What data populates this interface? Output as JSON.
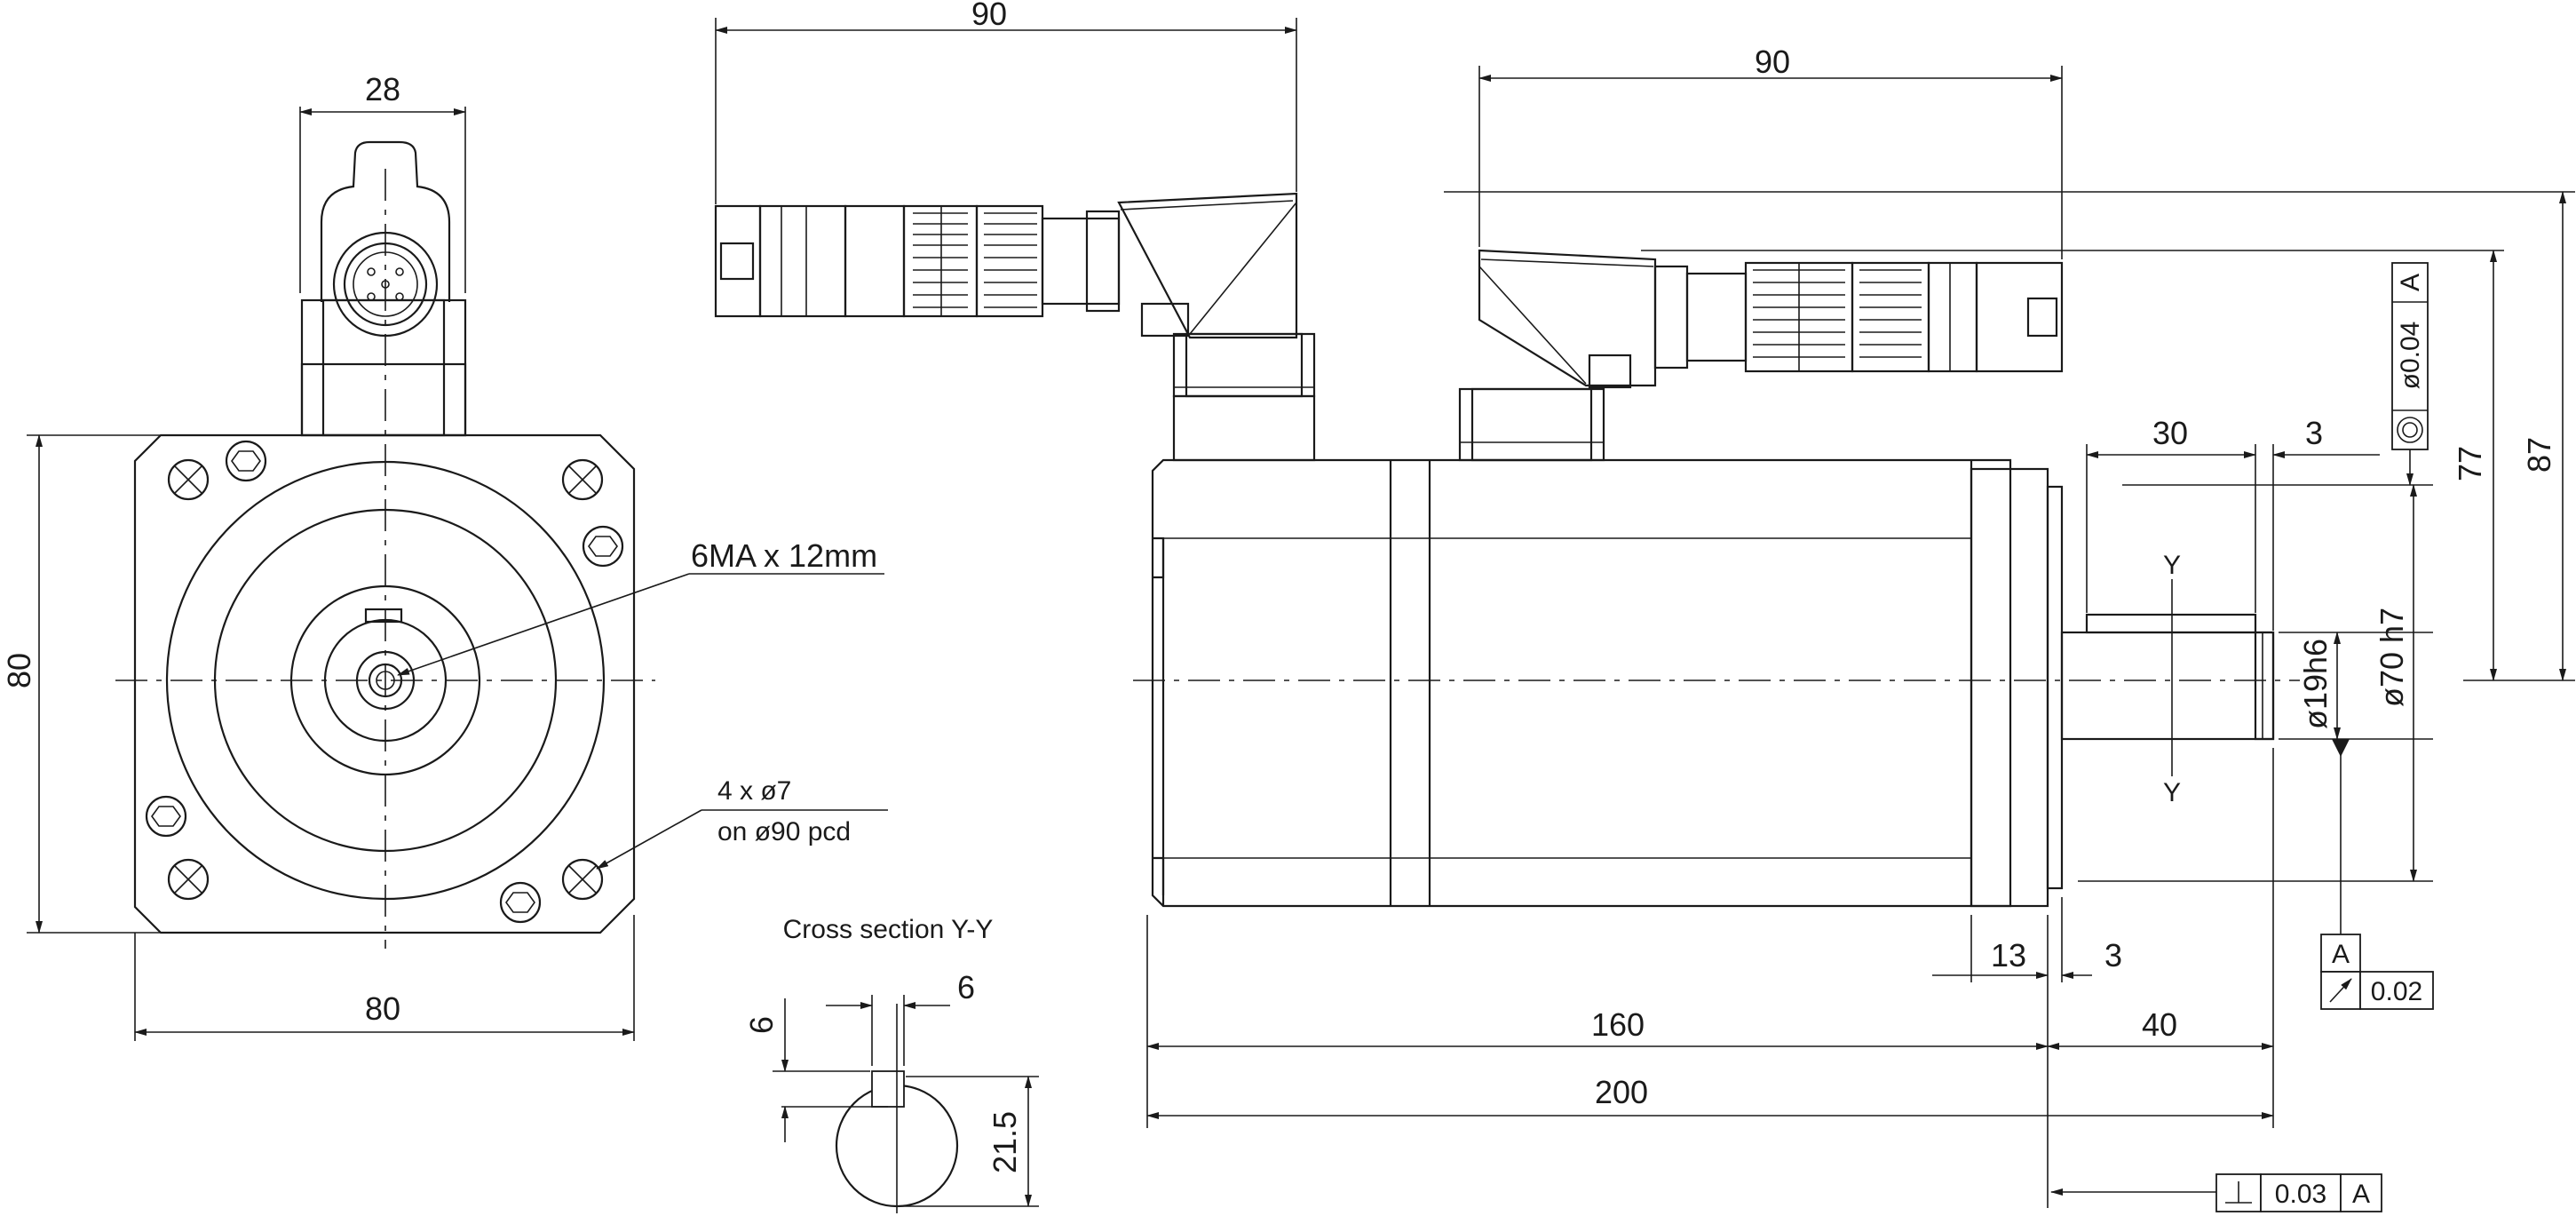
{
  "front_view": {
    "connector_width": "28",
    "height": "80",
    "width": "80",
    "thread_note": "6MA x 12mm",
    "holes_note_line1": "4 x ø7",
    "holes_note_line2": "on ø90 pcd"
  },
  "cross_section": {
    "title": "Cross section Y-Y",
    "key_height": "6",
    "key_width": "6",
    "depth": "21.5"
  },
  "top_connector": {
    "length": "90"
  },
  "side_view": {
    "connector_length": "90",
    "shaft_key_length": "30",
    "key_offset": "3",
    "dist_77": "77",
    "dist_87": "87",
    "pilot_diameter": "ø70 h7",
    "shaft_diameter": "ø19h6",
    "section_label_top": "Y",
    "section_label_bottom": "Y",
    "flange_thickness": "13",
    "flange_offset": "3",
    "body_length": "160",
    "shaft_length": "40",
    "total_length": "200"
  },
  "tolerances": {
    "concentricity": {
      "value": "ø0.04",
      "datum": "A"
    },
    "runout": {
      "value": "0.02",
      "datum": "A"
    },
    "perpendicularity": {
      "value": "0.03",
      "datum": "A"
    }
  }
}
